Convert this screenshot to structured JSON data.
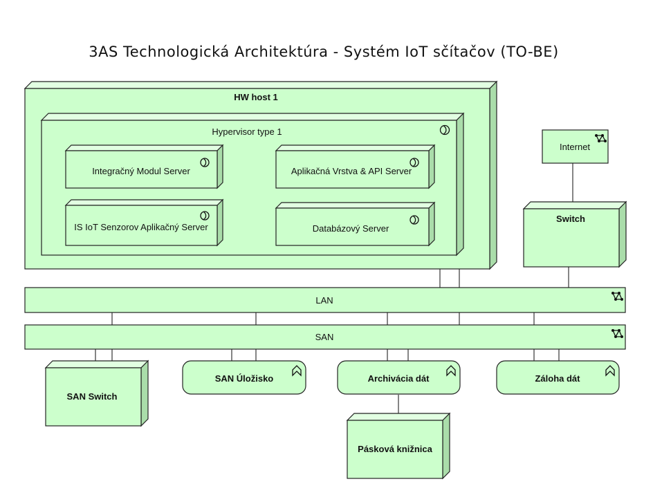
{
  "title": "3AS Technologická Architektúra - Systém IoT sčítačov (TO-BE)",
  "nodes": {
    "hw_host": "HW host 1",
    "hypervisor": "Hypervisor type 1",
    "integration_server": "Integračný Modul Server",
    "app_layer_server": "Aplikačná Vrstva & API Server",
    "iot_app_server": "IS IoT Senzorov Aplikačný Server",
    "db_server": "Databázový Server",
    "internet": "Internet",
    "switch": "Switch",
    "lan": "LAN",
    "san": "SAN",
    "san_switch": "SAN Switch",
    "san_storage": "SAN Úložisko",
    "archiving": "Archivácia dát",
    "backup": "Záloha dát",
    "tape_library": "Pásková knižnica"
  },
  "icons": {
    "system_software": "system-software-icon",
    "network": "network-icon",
    "technology_function": "technology-function-icon"
  },
  "colors": {
    "node_fill": "#ccffcc",
    "border": "#222222"
  }
}
